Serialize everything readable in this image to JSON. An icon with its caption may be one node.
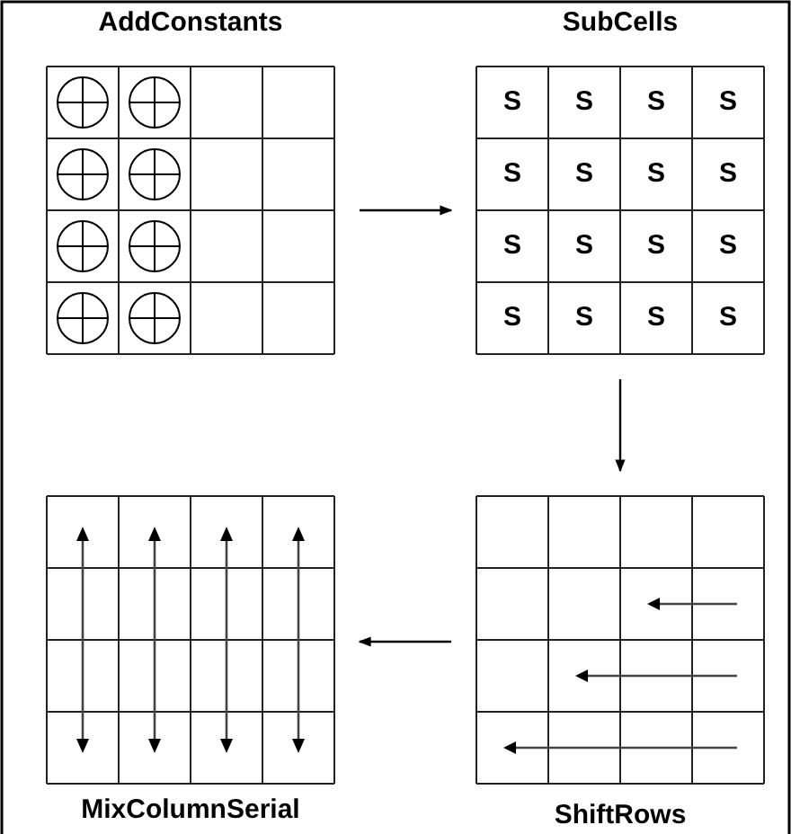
{
  "diagram": {
    "nodes": [
      {
        "text": [
          "AddConstants"
        ]
      },
      {
        "text": [
          "SubCells"
        ]
      },
      {
        "text": [
          "MixColumnSerial"
        ]
      },
      {
        "text": [
          "ShiftRows"
        ]
      }
    ],
    "edges": [
      {
        "from": 0,
        "to": 1,
        "arrow": "to"
      },
      {
        "from": 1,
        "to": 3,
        "arrow": "to"
      },
      {
        "from": 3,
        "to": 2,
        "arrow": "to"
      }
    ],
    "labels": [
      "S",
      "S",
      "S",
      "S",
      "S",
      "S",
      "S",
      "S",
      "S",
      "S",
      "S",
      "S",
      "S",
      "S",
      "S",
      "S"
    ]
  }
}
